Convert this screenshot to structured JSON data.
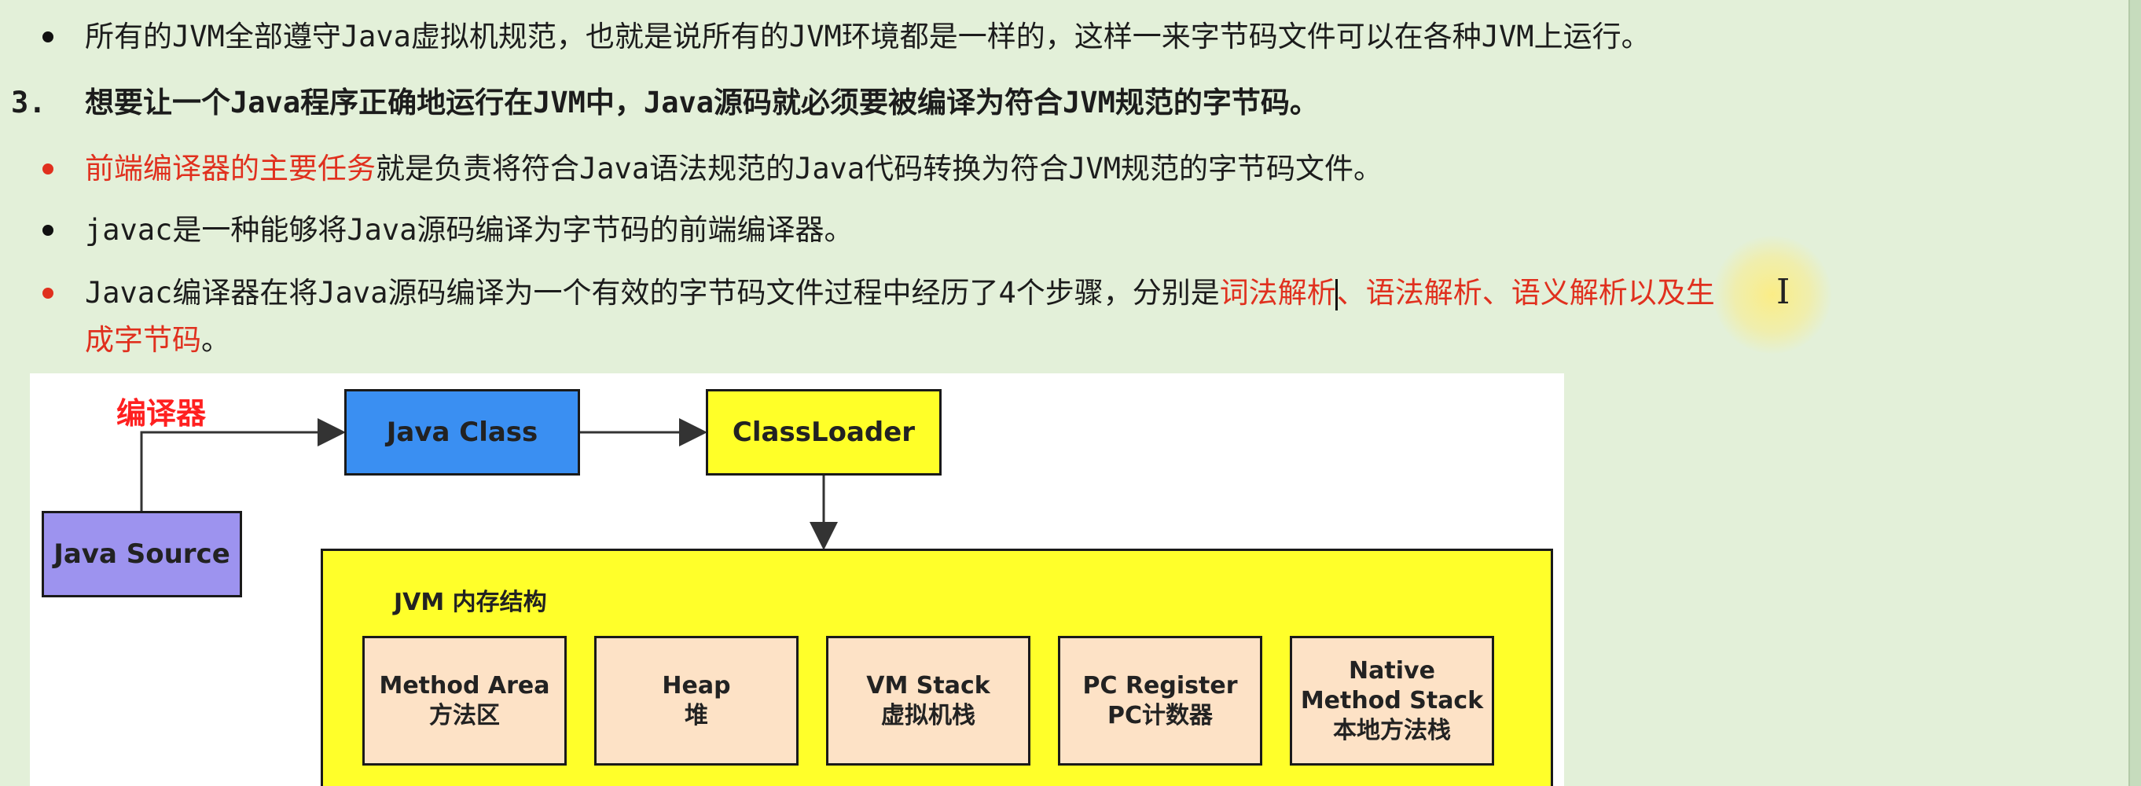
{
  "doc": {
    "line1": "所有的JVM全部遵守Java虚拟机规范，也就是说所有的JVM环境都是一样的，这样一来字节码文件可以在各种JVM上运行。",
    "item3_number": "3.",
    "item3_text": "想要让一个Java程序正确地运行在JVM中，Java源码就必须要被编译为符合JVM规范的字节码。",
    "b1_red1": "前端编译器",
    "b1_mid": "的",
    "b1_red2": "主要任务",
    "b1_rest": "就是负责将符合Java语法规范的Java代码转换为符合JVM规范的字节码文件。",
    "b2": "javac是一种能够将Java源码编译为字节码的前端编译器。",
    "b3_a": "Javac编译器在将Java源码编译为一个有效的字节码文件过程中经历了4个步骤，分别是",
    "b3_red1": "词法解析",
    "b3_red2": "、语法解析、语义解析以及生",
    "b3_line2_red": "成字节码",
    "b3_line2_end": "。"
  },
  "diagram": {
    "compiler_label": "编译器",
    "java_class": "Java Class",
    "classloader": "ClassLoader",
    "java_source": "Java Source",
    "jvm_title": "JVM 内存结构",
    "memory": [
      {
        "line1": "Method Area",
        "line2": "方法区",
        "line3": ""
      },
      {
        "line1": "Heap",
        "line2": "堆",
        "line3": ""
      },
      {
        "line1": "VM Stack",
        "line2": "虚拟机栈",
        "line3": ""
      },
      {
        "line1": "PC Register",
        "line2": "PC计数器",
        "line3": ""
      },
      {
        "line1": "Native",
        "line2": "Method Stack",
        "line3": "本地方法栈"
      }
    ]
  },
  "colors": {
    "background": "#e3f0d9",
    "accent_red": "#e0301e",
    "java_class_blue": "#3a8ff2",
    "classloader_yellow": "#ffff28",
    "java_source_purple": "#9d93ef",
    "memory_peach": "#fde2c6"
  },
  "cursor": {
    "icon": "text-ibeam-icon",
    "glyph": "I"
  }
}
